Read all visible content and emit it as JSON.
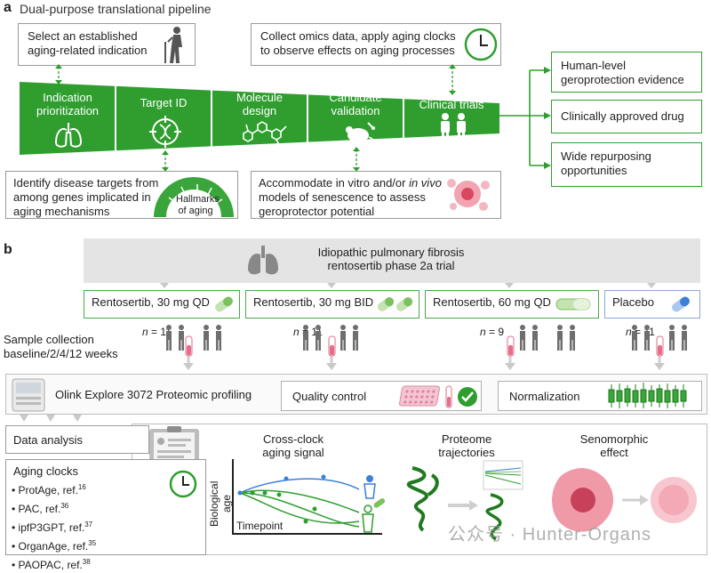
{
  "panel_a": {
    "letter": "a",
    "title": "Dual-purpose translational pipeline",
    "select_box": [
      "Select an established",
      "aging-related indication"
    ],
    "collect_box": [
      "Collect omics data, apply aging clocks",
      "to observe effects on aging processes"
    ],
    "stages": [
      {
        "lines": [
          "Indication",
          "prioritization"
        ]
      },
      {
        "lines": [
          "Target ID"
        ]
      },
      {
        "lines": [
          "Molecule",
          "design"
        ]
      },
      {
        "lines": [
          "Candidate",
          "validation"
        ]
      },
      {
        "lines": [
          "Clinical trials"
        ]
      }
    ],
    "identify_box": [
      "Identify disease targets from",
      "among genes implicated in",
      "aging mechanisms"
    ],
    "hallmarks_label": [
      "Hallmarks",
      "of aging"
    ],
    "accommodate_box": {
      "line1": "Accommodate in vitro and/or ",
      "line1_italic": "in vivo",
      "line2": "models of senescence to assess",
      "line3": "geroprotector potential"
    },
    "outcomes": [
      [
        "Human-level",
        "geroprotection evidence"
      ],
      [
        "Clinically approved drug"
      ],
      [
        "Wide repurposing",
        "opportunities"
      ]
    ]
  },
  "panel_b": {
    "letter": "b",
    "trial_title": [
      "Idiopathic pulmonary fibrosis",
      "rentosertib phase 2a trial"
    ],
    "arms": [
      {
        "label": "Rentosertib, 30 mg QD",
        "n": "= 11"
      },
      {
        "label": "Rentosertib, 30 mg BID",
        "n": "= 11"
      },
      {
        "label": "Rentosertib, 60 mg QD",
        "n": "= 9"
      },
      {
        "label": "Placebo",
        "n": "= 11"
      }
    ],
    "n_symbol": "n",
    "sample_collection": [
      "Sample collection",
      "baseline/2/4/12 weeks"
    ],
    "olink": "Olink Explore 3072 Proteomic profiling",
    "quality_control": "Quality control",
    "normalization": "Normalization",
    "data_analysis": "Data analysis",
    "aging_clocks": {
      "title": "Aging clocks",
      "items": [
        {
          "name": "• ProtAge, ref.",
          "ref": "16"
        },
        {
          "name": "• PAC, ref.",
          "ref": "36"
        },
        {
          "name": "• ipfP3GPT, ref.",
          "ref": "37"
        },
        {
          "name": "• OrganAge, ref.",
          "ref": "35"
        },
        {
          "name": "• PAOPAC, ref.",
          "ref": "38"
        }
      ]
    },
    "cross_clock": [
      "Cross-clock",
      "aging signal"
    ],
    "bio_age_label": "Biological age",
    "timepoint_label": "Timepoint",
    "proteome": [
      "Proteome",
      "trajectories"
    ],
    "senomorphic": [
      "Senomorphic",
      "effect"
    ]
  },
  "watermark": "公众号 · Hunter-Organs",
  "colors": {
    "green": "#2f9e2f",
    "green_dark": "#1f7a1f",
    "blue": "#3b7fd6",
    "pink": "#e36d8a",
    "grey": "#e6e6e6"
  }
}
